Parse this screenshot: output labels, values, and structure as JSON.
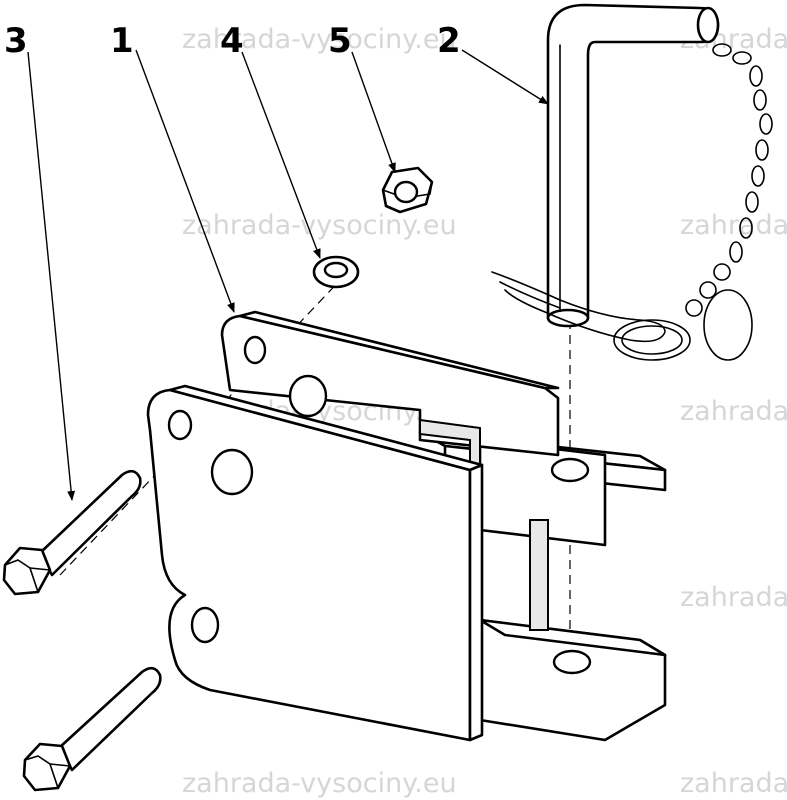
{
  "watermark": {
    "text": "zahrada-vysociny.eu",
    "color": "#d6d6d6"
  },
  "callouts": {
    "c1": "1",
    "c2": "2",
    "c3": "3",
    "c4": "4",
    "c5": "5"
  },
  "colors": {
    "line": "#000000",
    "background": "#ffffff"
  }
}
